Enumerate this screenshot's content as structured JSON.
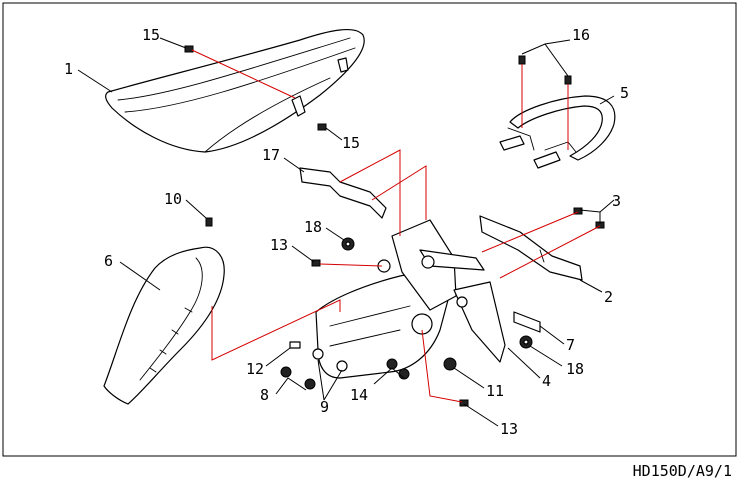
{
  "diagram": {
    "callouts": [
      "1",
      "2",
      "3",
      "4",
      "5",
      "6",
      "7",
      "8",
      "9",
      "10",
      "11",
      "12",
      "13",
      "13",
      "14",
      "15",
      "15",
      "16",
      "17",
      "18",
      "18"
    ],
    "drawing_code": "HD150D/A9/1"
  },
  "colors": {
    "ink": "#000000",
    "assembly_line": "#d40000",
    "background": "#ffffff"
  }
}
